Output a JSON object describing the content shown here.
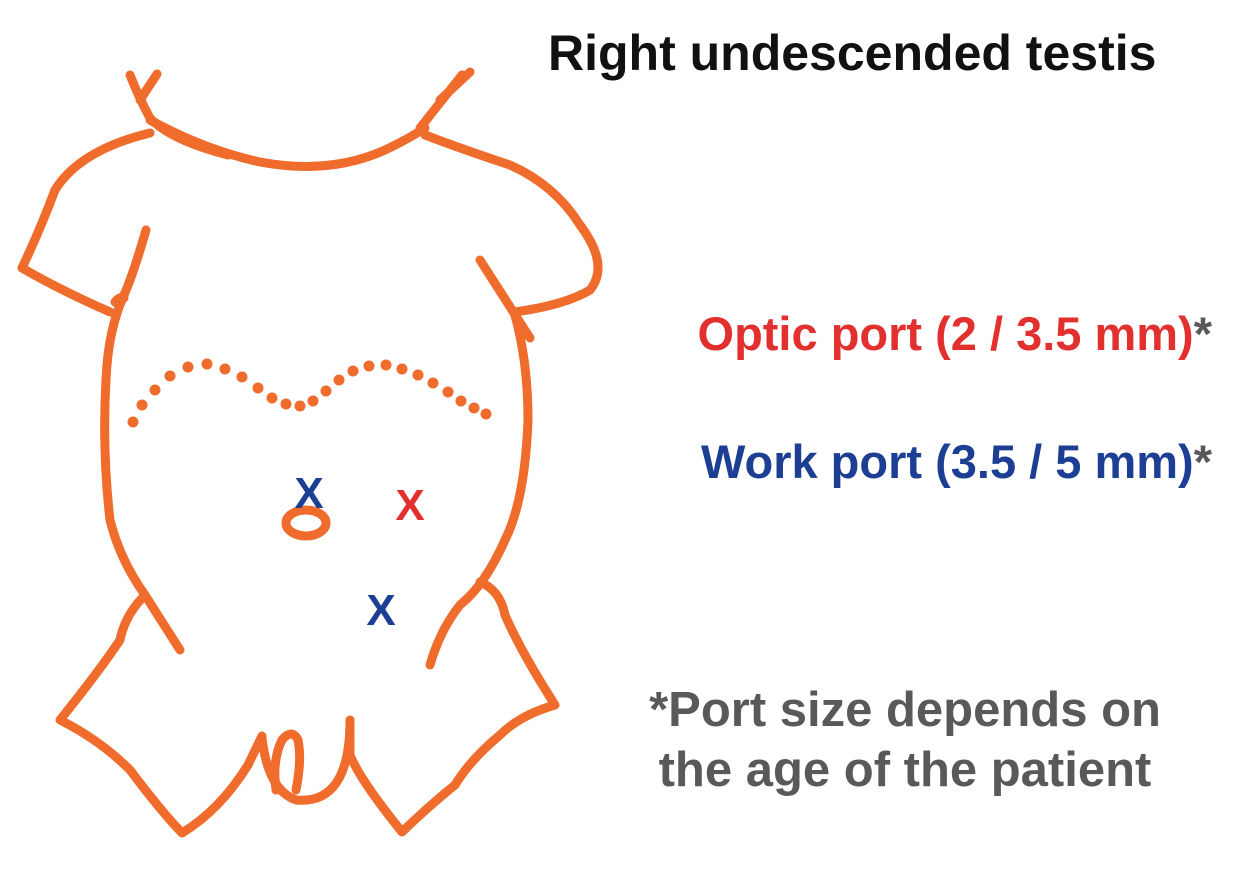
{
  "title": "Right undescended testis",
  "legend": {
    "optic_port": {
      "label": "Optic port (2 / 3.5 mm)",
      "asterisk": "*",
      "color": "#e2302f"
    },
    "work_port": {
      "label": "Work port (3.5 / 5 mm)",
      "asterisk": "*",
      "color": "#1c3f94"
    }
  },
  "note": {
    "line1": "*Port size depends on",
    "line2": "the age of the patient",
    "color": "#595959"
  },
  "figure": {
    "outline_color": "#ef6c2c",
    "port_marks": [
      {
        "symbol": "X",
        "port": "work_port"
      },
      {
        "symbol": "X",
        "port": "optic_port"
      },
      {
        "symbol": "X",
        "port": "work_port"
      }
    ]
  }
}
